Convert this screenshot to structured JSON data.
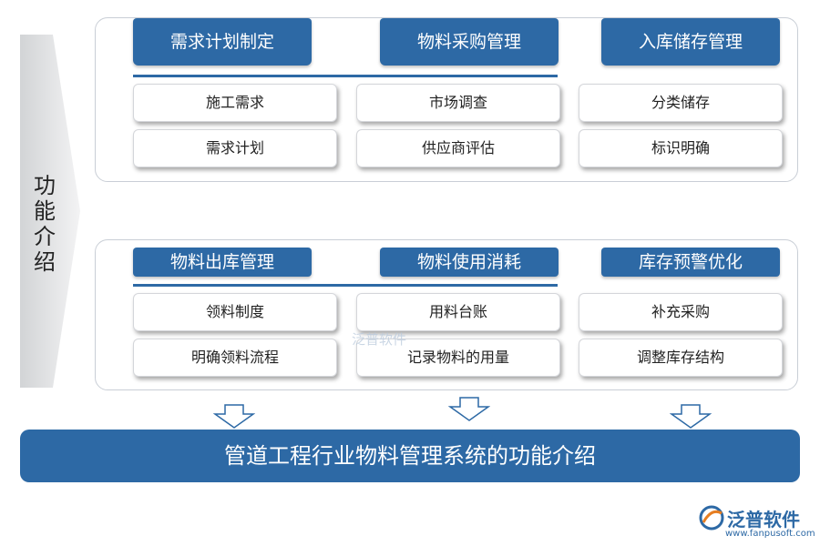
{
  "side_label": "功能介绍",
  "top_panel": {
    "headers": [
      "需求计划制定",
      "物料采购管理",
      "入库储存管理"
    ],
    "rows": [
      [
        "施工需求",
        "市场调查",
        "分类储存"
      ],
      [
        "需求计划",
        "供应商评估",
        "标识明确"
      ]
    ]
  },
  "bottom_panel": {
    "headers": [
      "物料出库管理",
      "物料使用消耗",
      "库存预警优化"
    ],
    "rows": [
      [
        "领料制度",
        "用料台账",
        "补充采购"
      ],
      [
        "明确领料流程",
        "记录物料的用量",
        "调整库存结构"
      ]
    ]
  },
  "banner": "管道工程行业物料管理系统的功能介绍",
  "watermark": {
    "center": "泛普软件",
    "brand": "泛普软件",
    "url": "www.fanpusoft.com"
  },
  "colors": {
    "primary": "#2d69a5",
    "panel_border": "#c9ced6"
  }
}
